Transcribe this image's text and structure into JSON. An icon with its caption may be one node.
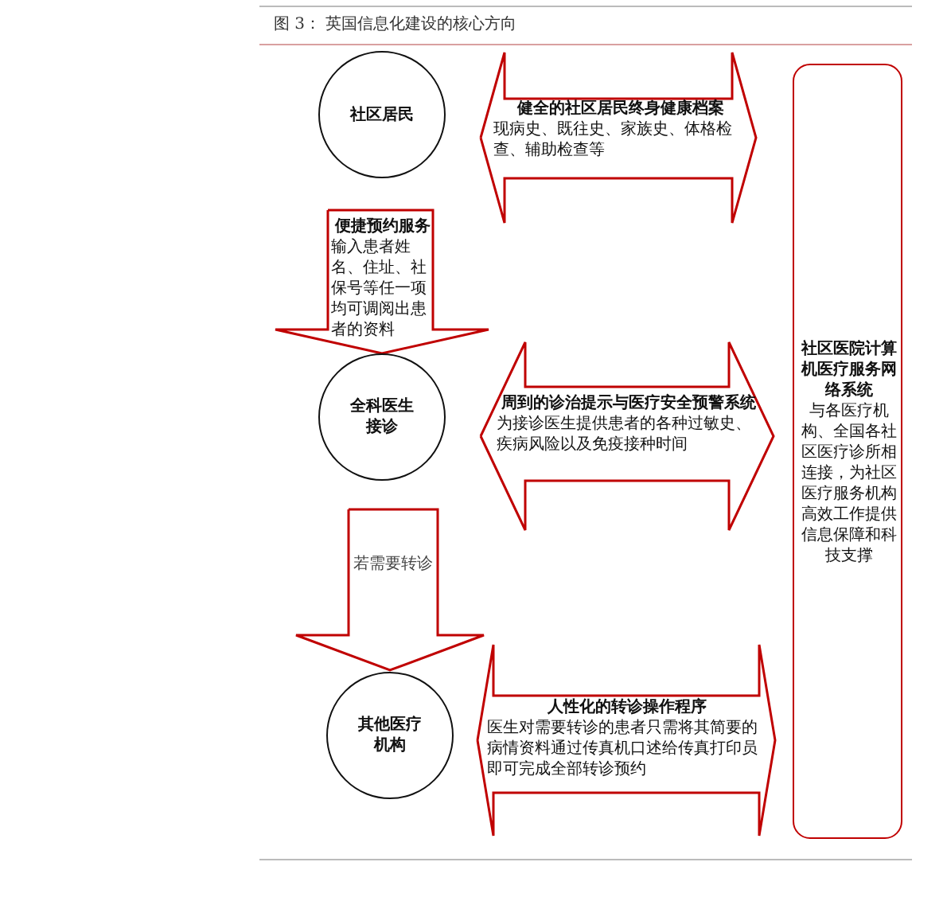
{
  "diagram": {
    "title": "图 3： 英国信息化建设的核心方向",
    "nodes": [
      {
        "text": [
          "社区居民"
        ]
      },
      {
        "text": [
          "全科医生接诊"
        ]
      },
      {
        "text": [
          "其他医疗机构"
        ]
      },
      {
        "text": [
          "社区医院计算机医疗服务网络系统",
          "与各医疗机构、全国各社区医疗诊所相连接，为社区医疗服务机构高效工作提供信息保障和科技支撑"
        ]
      }
    ],
    "edges": [
      {
        "from": 0,
        "to": 3,
        "arrow": "both",
        "label": "**健全的社区居民终身健康档案**现病史、既往史、家族史、体格检查、辅助检查等"
      },
      {
        "from": 0,
        "to": 1,
        "arrow": "to",
        "label": "**便捷预约服务**输入患者姓名、住址、社保号等任一项均可调阅出患者的资料"
      },
      {
        "from": 1,
        "to": 3,
        "arrow": "both",
        "label": "**周到的诊治提示与医疗安全预警系统**为接诊医生提供患者的各种过敏史、疾病风险以及免疫接种时间"
      },
      {
        "from": 1,
        "to": 2,
        "arrow": "to",
        "label": "若需要转诊"
      },
      {
        "from": 2,
        "to": 3,
        "arrow": "both",
        "label": "**人性化的转诊操作程序**医生对需要转诊的患者只需将其简要的病情资料通过传真机口述给传真打印员即可完成全部转诊预约"
      }
    ]
  }
}
